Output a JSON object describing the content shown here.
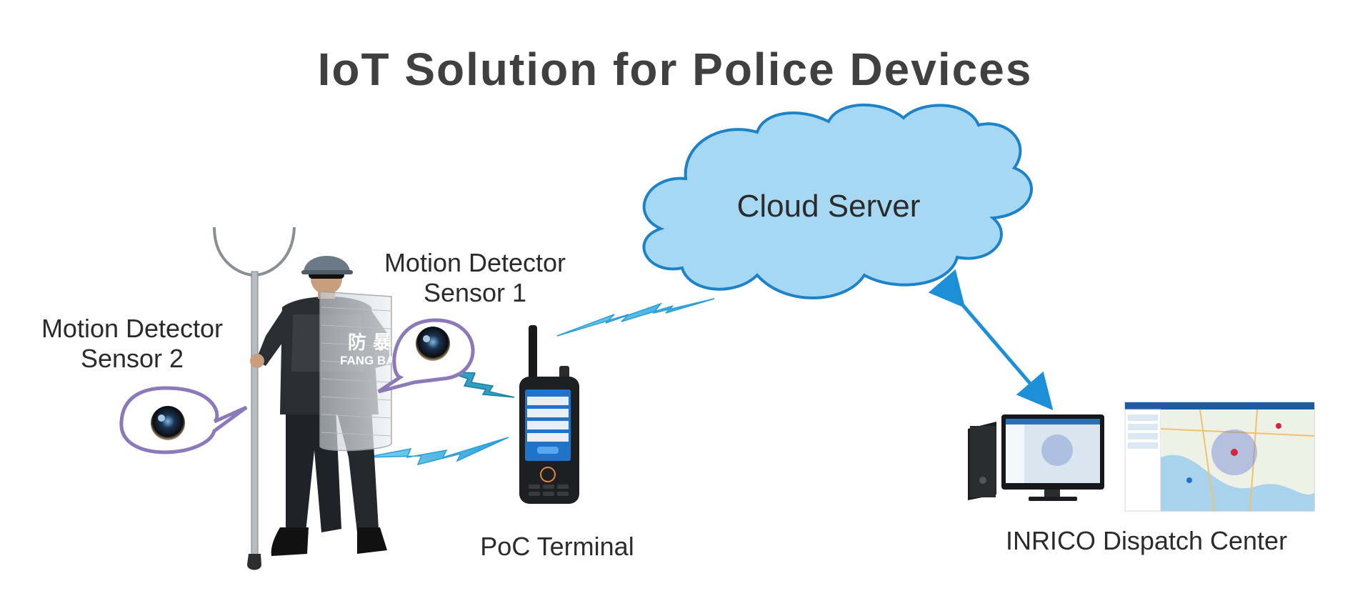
{
  "title": "IoT Solution for Police Devices",
  "nodes": {
    "cloud": {
      "label": "Cloud Server"
    },
    "sensor1": {
      "line1": "Motion Detector",
      "line2": "Sensor 1"
    },
    "sensor2": {
      "line1": "Motion Detector",
      "line2": "Sensor 2"
    },
    "terminal": {
      "label": "PoC Terminal"
    },
    "dispatch": {
      "label": "INRICO Dispatch Center"
    }
  },
  "officer": {
    "shield_text_cn": "防 暴",
    "shield_text": "FANG BAO"
  },
  "colors": {
    "title": "#404040",
    "cloud_fill": "#a6d8f3",
    "cloud_stroke": "#1d82c6",
    "lightning": "#5bc2e7",
    "arrow": "#1d8fd6",
    "bubble_stroke": "#8b79b8"
  }
}
